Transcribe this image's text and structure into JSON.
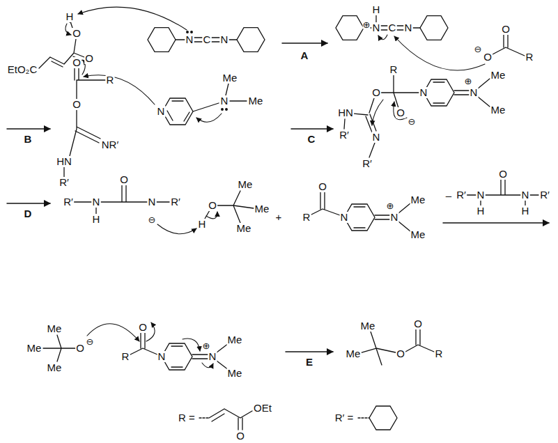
{
  "diagram": {
    "labels": [
      "H",
      "O",
      "O",
      "EtO₂C",
      "N",
      "C",
      "N",
      "A",
      "H",
      "⊕",
      "N",
      "C",
      "N",
      "O",
      "⊖",
      "O",
      "R",
      "B",
      "O",
      "R",
      "O",
      "NR′",
      "HN",
      "R′",
      "N",
      "N",
      "Me",
      "Me",
      "C",
      "R",
      "O",
      "N",
      "⊕",
      "N",
      "Me",
      "Me",
      "O",
      "⊖",
      "HN",
      "R′",
      "N",
      "R′",
      "D",
      "R′",
      "N",
      "H",
      "O",
      "N",
      "⊖",
      "R′",
      "O",
      "H",
      "Me",
      "Me",
      "Me",
      "+",
      "O",
      "R",
      "N",
      "N",
      "⊕",
      "Me",
      "Me",
      "–",
      "R′",
      "N",
      "H",
      "O",
      "N",
      "H",
      "R′",
      "Me",
      "Me",
      "Me",
      "O",
      "⊖",
      "O",
      "R",
      "N",
      "N",
      "⊕",
      "Me",
      "Me",
      "E",
      "Me",
      "Me",
      "O",
      "O",
      "R",
      "R =",
      "OEt",
      "O",
      "R′ ="
    ]
  }
}
